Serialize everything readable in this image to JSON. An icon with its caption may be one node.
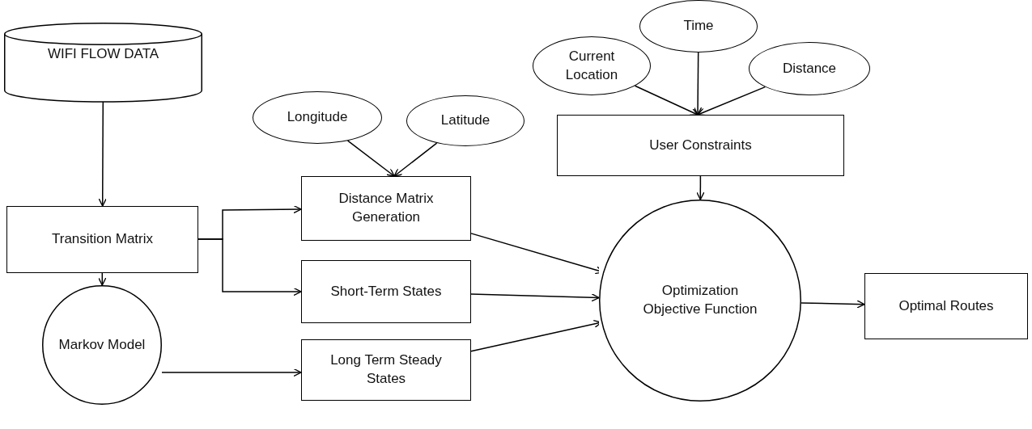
{
  "diagram": {
    "nodes": [
      {
        "text": [
          "WIFI FLOW DATA"
        ]
      },
      {
        "text": [
          "Transition Matrix"
        ]
      },
      {
        "text": [
          "Markov Model"
        ]
      },
      {
        "text": [
          "Longitude"
        ]
      },
      {
        "text": [
          "Latitude"
        ]
      },
      {
        "text": [
          "Distance Matrix Generation"
        ]
      },
      {
        "text": [
          "Short-Term States"
        ]
      },
      {
        "text": [
          "Long Term Steady States"
        ]
      },
      {
        "text": [
          "Current Location"
        ]
      },
      {
        "text": [
          "Time"
        ]
      },
      {
        "text": [
          "Distance"
        ]
      },
      {
        "text": [
          "User Constraints"
        ]
      },
      {
        "text": [
          "Optimization Objective Function"
        ]
      },
      {
        "text": [
          "Optimal Routes"
        ]
      }
    ],
    "edges": [
      {
        "from": 0,
        "to": 1,
        "arrow": "to"
      },
      {
        "from": 1,
        "to": 5,
        "arrow": "to"
      },
      {
        "from": 1,
        "to": 6,
        "arrow": "to"
      },
      {
        "from": 1,
        "to": 2,
        "arrow": "to"
      },
      {
        "from": 2,
        "to": 7,
        "arrow": "to"
      },
      {
        "from": 3,
        "to": 5,
        "arrow": "to"
      },
      {
        "from": 4,
        "to": 5,
        "arrow": "to"
      },
      {
        "from": 5,
        "to": 12,
        "arrow": "to"
      },
      {
        "from": 6,
        "to": 12,
        "arrow": "to"
      },
      {
        "from": 7,
        "to": 12,
        "arrow": "to"
      },
      {
        "from": 8,
        "to": 11,
        "arrow": "to"
      },
      {
        "from": 9,
        "to": 11,
        "arrow": "to"
      },
      {
        "from": 10,
        "to": 11,
        "arrow": "to"
      },
      {
        "from": 11,
        "to": 12,
        "arrow": "to"
      },
      {
        "from": 12,
        "to": 13,
        "arrow": "to"
      }
    ]
  }
}
